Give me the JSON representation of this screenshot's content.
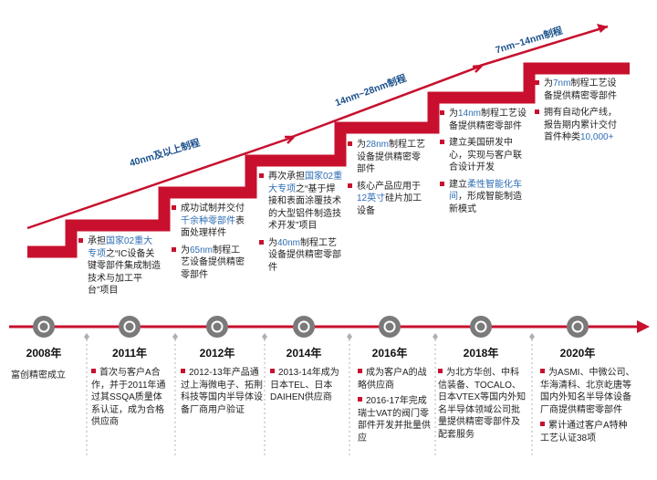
{
  "phases": [
    {
      "label": "40nm及以上制程"
    },
    {
      "label": "14nm~28nm制程"
    },
    {
      "label": "7nm~14nm制程"
    }
  ],
  "upper_blocks": [
    {
      "items": [
        [
          {
            "t": "承担"
          },
          {
            "t": "国家02重大专项",
            "h": true
          },
          {
            "t": "之“IC设备关键零部件集成制造技术与加工平台”项目"
          }
        ]
      ]
    },
    {
      "items": [
        [
          {
            "t": "成功试制并交付"
          },
          {
            "t": "千余种零部件",
            "h": true
          },
          {
            "t": "表面处理样件"
          }
        ],
        [
          {
            "t": "为"
          },
          {
            "t": "65nm",
            "h": true
          },
          {
            "t": "制程工艺设备提供精密零部件"
          }
        ]
      ]
    },
    {
      "items": [
        [
          {
            "t": "再次承担"
          },
          {
            "t": "国家02重大专项",
            "h": true
          },
          {
            "t": "之“基于焊接和表面涂覆技术的大型铝件制造技术开发”项目"
          }
        ],
        [
          {
            "t": "为"
          },
          {
            "t": "40nm",
            "h": true
          },
          {
            "t": "制程工艺设备提供精密零部件"
          }
        ]
      ]
    },
    {
      "items": [
        [
          {
            "t": "为"
          },
          {
            "t": "28nm",
            "h": true
          },
          {
            "t": "制程工艺设备提供精密零部件"
          }
        ],
        [
          {
            "t": "核心产品应用于"
          },
          {
            "t": "12英寸",
            "h": true
          },
          {
            "t": "硅片加工设备"
          }
        ]
      ]
    },
    {
      "items": [
        [
          {
            "t": "为"
          },
          {
            "t": "14nm",
            "h": true
          },
          {
            "t": "制程工艺设备提供精密零部件"
          }
        ],
        [
          {
            "t": "建立美国研发中心，实现与客户联合设计开发"
          }
        ],
        [
          {
            "t": "建立"
          },
          {
            "t": "柔性智能化车间",
            "h": true
          },
          {
            "t": "，形成智能制造新模式"
          }
        ]
      ]
    },
    {
      "items": [
        [
          {
            "t": "为"
          },
          {
            "t": "7nm",
            "h": true
          },
          {
            "t": "制程工艺设备提供精密零部件"
          }
        ],
        [
          {
            "t": "拥有自动化产线，报告期内累计交付首件种类"
          },
          {
            "t": "10,000+",
            "h": true
          }
        ]
      ]
    }
  ],
  "timeline": [
    {
      "year": "2008年",
      "notes": [
        "富创精密成立"
      ]
    },
    {
      "year": "2011年",
      "notes": [
        "首次与客户A合作，并于2011年通过其SSQA质量体系认证，成为合格供应商"
      ]
    },
    {
      "year": "2012年",
      "notes": [
        "2012-13年产品通过上海微电子、拓荆科技等国内半导体设备厂商用户验证"
      ]
    },
    {
      "year": "2014年",
      "notes": [
        "2013-14年成为日本TEL、日本DAIHEN供应商"
      ]
    },
    {
      "year": "2016年",
      "notes": [
        "成为客户A的战略供应商",
        "2016-17年完成瑞士VAT的阀门零部件开发并批量供应"
      ]
    },
    {
      "year": "2018年",
      "notes": [
        "为北方华创、中科信装备、TOCALO、日本VTEX等国内外知名半导体领域公司批量提供精密零部件及配套服务"
      ]
    },
    {
      "year": "2020年",
      "notes": [
        "为ASMI、中微公司、华海清科、北京屹唐等国内外知名半导体设备厂商提供精密零部件",
        "累计通过客户A特种工艺认证38项"
      ]
    }
  ],
  "colors": {
    "accent": "#c8102e",
    "highlight": "#2e6db4",
    "timeline_line": "#c8102e",
    "node": "#7a7a7a"
  }
}
